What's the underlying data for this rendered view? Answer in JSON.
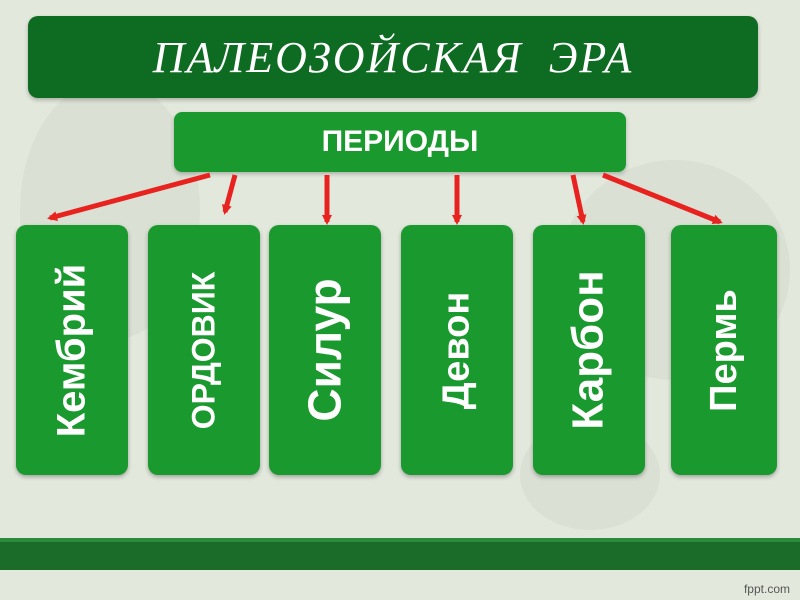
{
  "title": "ПАЛЕОЗОЙСКАЯ  ЭРА",
  "subtitle": "ПЕРИОДЫ",
  "periods": [
    {
      "label": "Кембрий"
    },
    {
      "label": "ОРДОВИК"
    },
    {
      "label": "Силур"
    },
    {
      "label": "Девон"
    },
    {
      "label": "Карбон"
    },
    {
      "label": "Пермь"
    }
  ],
  "watermark": "fppt.com",
  "colors": {
    "title_bg": "#0d6b22",
    "box_bg": "#1a9a2e",
    "arrow": "#e8231f",
    "footer": "#1b6b29"
  }
}
